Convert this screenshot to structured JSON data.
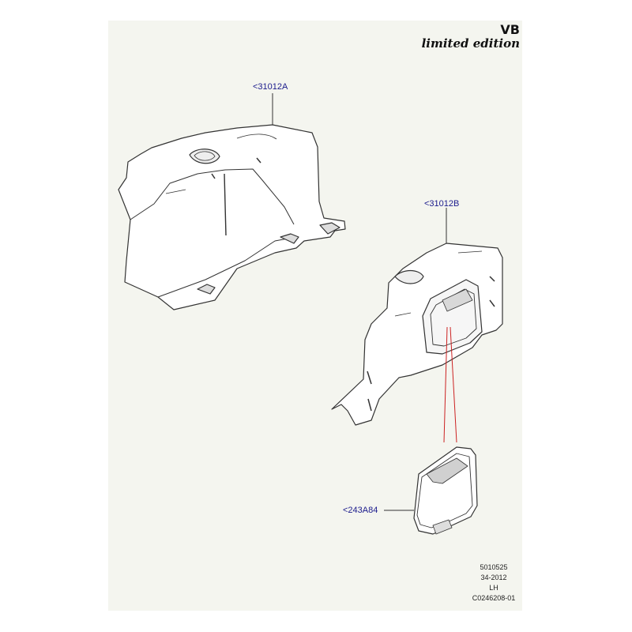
{
  "brand": {
    "main": "VB",
    "sub": "limited edition"
  },
  "callouts": {
    "part_a": "<31012A",
    "part_b": "<31012B",
    "part_c": "<243A84"
  },
  "footer": {
    "line1": "5010525",
    "line2": "34-2012",
    "line3": "LH",
    "line4": "C0246208-01"
  },
  "colors": {
    "callout": "#1a1a8c",
    "guide_line": "#cc2222",
    "outline": "#333333"
  }
}
